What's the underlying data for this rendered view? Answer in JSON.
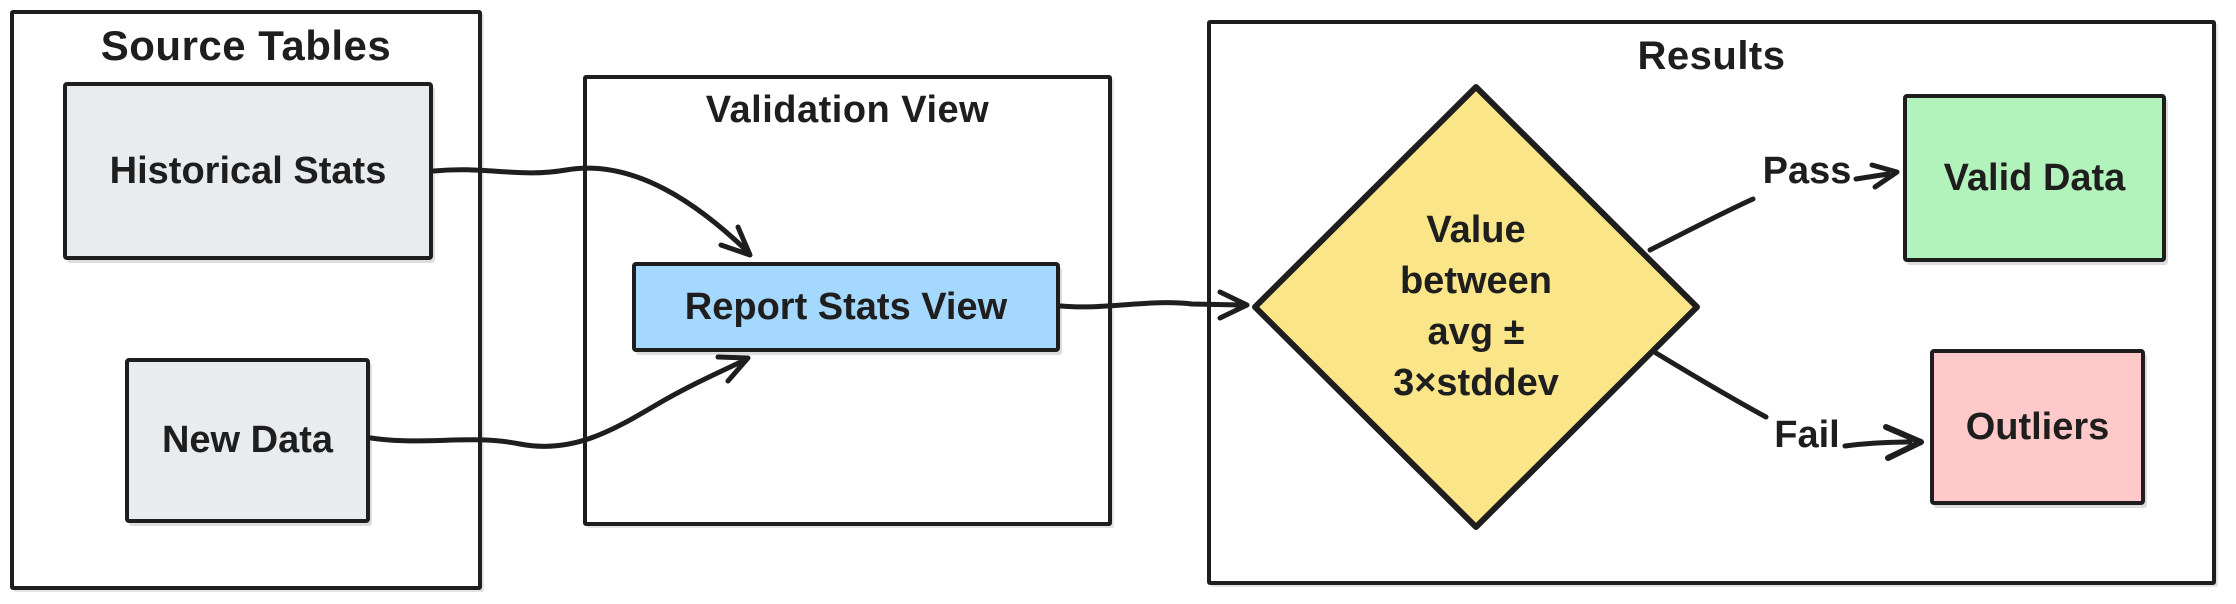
{
  "palette": {
    "background": "#ffffff",
    "stroke": "#1e1e1e"
  },
  "containers": {
    "source_tables": {
      "title": "Source Tables"
    },
    "validation_view": {
      "title": "Validation View"
    },
    "results": {
      "title": "Results"
    }
  },
  "nodes": {
    "historical_stats": {
      "label": "Historical Stats",
      "fill": "#e9ecef"
    },
    "new_data": {
      "label": "New Data",
      "fill": "#e9ecef"
    },
    "report_stats_view": {
      "label": "Report Stats View",
      "fill": "#a5d8ff"
    },
    "decision": {
      "label": "Value\nbetween\navg ±\n3×stddev",
      "fill": "#fae588"
    },
    "valid_data": {
      "label": "Valid Data",
      "fill": "#b2f2bb"
    },
    "outliers": {
      "label": "Outliers",
      "fill": "#ffc9c9"
    }
  },
  "edges": {
    "pass_label": "Pass",
    "fail_label": "Fail"
  }
}
